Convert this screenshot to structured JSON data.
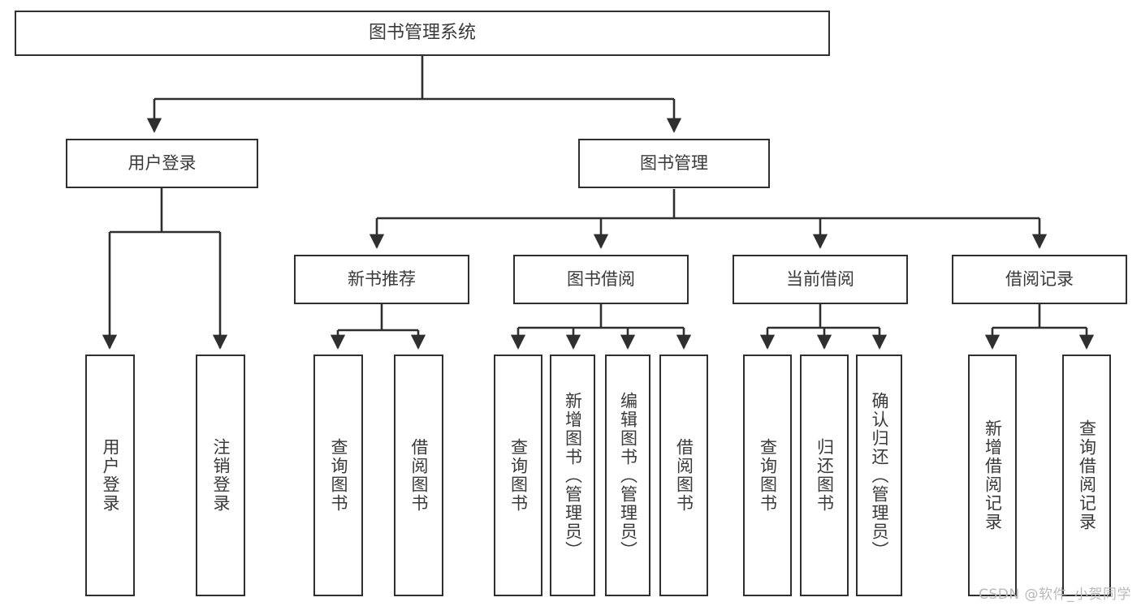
{
  "diagram": {
    "type": "hierarchy-tree",
    "title": "图书管理系统",
    "watermark": "CSDN @软件_小贺同学",
    "colors": {
      "stroke": "#2f2f2f",
      "text": "#3a3a3a",
      "background": "#ffffff",
      "watermark": "#b9b9b9"
    },
    "nodes": {
      "root": {
        "label": "图书管理系统"
      },
      "level2": [
        {
          "id": "user-login",
          "label": "用户登录"
        },
        {
          "id": "book-management",
          "label": "图书管理"
        }
      ],
      "level3": [
        {
          "id": "new-book-recommend",
          "label": "新书推荐"
        },
        {
          "id": "book-borrow",
          "label": "图书借阅"
        },
        {
          "id": "current-borrow",
          "label": "当前借阅"
        },
        {
          "id": "borrow-record",
          "label": "借阅记录"
        }
      ],
      "leaves": {
        "user-login": [
          {
            "id": "leaf-user-login",
            "label": "用户登录"
          },
          {
            "id": "leaf-logout-login",
            "label": "注销登录"
          }
        ],
        "new-book-recommend": [
          {
            "id": "leaf-query-book-1",
            "label": "查询图书"
          },
          {
            "id": "leaf-borrow-book-1",
            "label": "借阅图书"
          }
        ],
        "book-borrow": [
          {
            "id": "leaf-query-book-2",
            "label": "查询图书"
          },
          {
            "id": "leaf-add-book",
            "label": "新增图书（管理员）"
          },
          {
            "id": "leaf-edit-book",
            "label": "编辑图书（管理员）"
          },
          {
            "id": "leaf-borrow-book-2",
            "label": "借阅图书"
          }
        ],
        "current-borrow": [
          {
            "id": "leaf-query-book-3",
            "label": "查询图书"
          },
          {
            "id": "leaf-return-book",
            "label": "归还图书"
          },
          {
            "id": "leaf-confirm-return",
            "label": "确认归还（管理员）"
          }
        ],
        "borrow-record": [
          {
            "id": "leaf-add-record",
            "label": "新增借阅记录"
          },
          {
            "id": "leaf-query-record",
            "label": "查询借阅记录"
          }
        ]
      }
    }
  }
}
